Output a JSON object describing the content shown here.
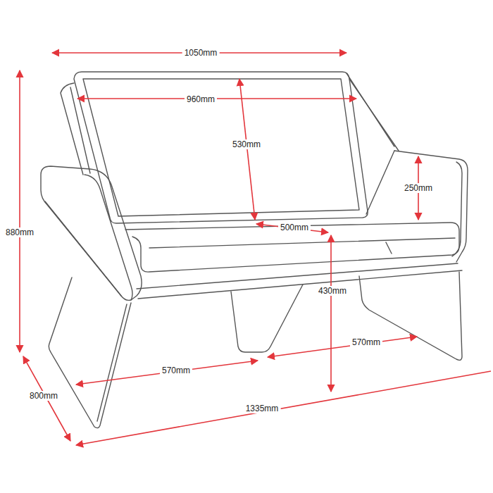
{
  "diagram": {
    "labels": [
      "1050mm",
      "960mm",
      "530mm",
      "250mm",
      "500mm",
      "880mm",
      "430mm",
      "570mm",
      "570mm",
      "800mm",
      "1335mm"
    ]
  }
}
